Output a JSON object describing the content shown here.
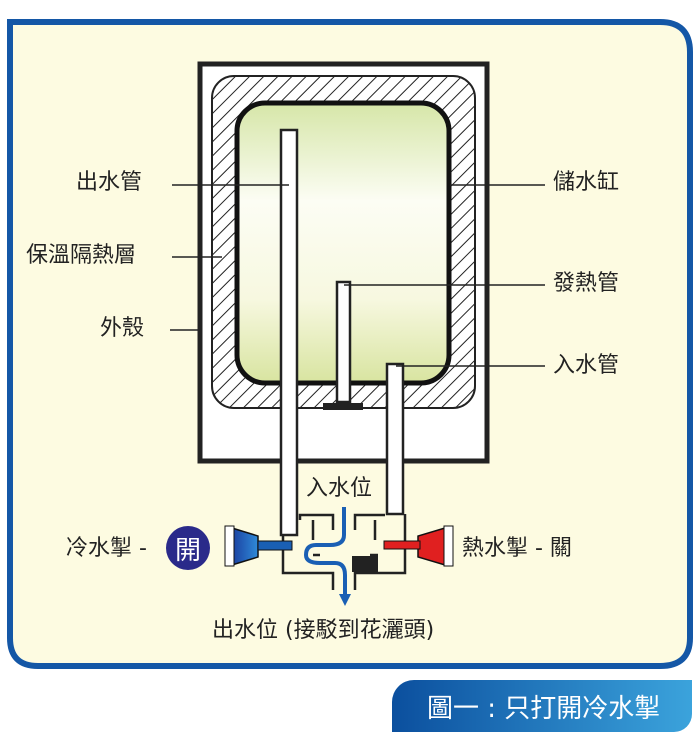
{
  "labels": {
    "outlet_pipe": "出水管",
    "insulation": "保溫隔熱層",
    "shell": "外殼",
    "storage_tank": "儲水缸",
    "heating_element": "發熱管",
    "inlet_pipe": "入水管",
    "inlet_position": "入水位",
    "cold_switch": "冷水掣 -",
    "cold_state": "開",
    "hot_switch": "熱水掣 - 關",
    "outlet_position": "出水位 (接駁到花灑頭)"
  },
  "caption": "圖一 : 只打開冷水掣",
  "colors": {
    "frame": "#1457a6",
    "background": "#fdfbe1",
    "cold": "#1a5fb4",
    "hot": "#e02020"
  }
}
